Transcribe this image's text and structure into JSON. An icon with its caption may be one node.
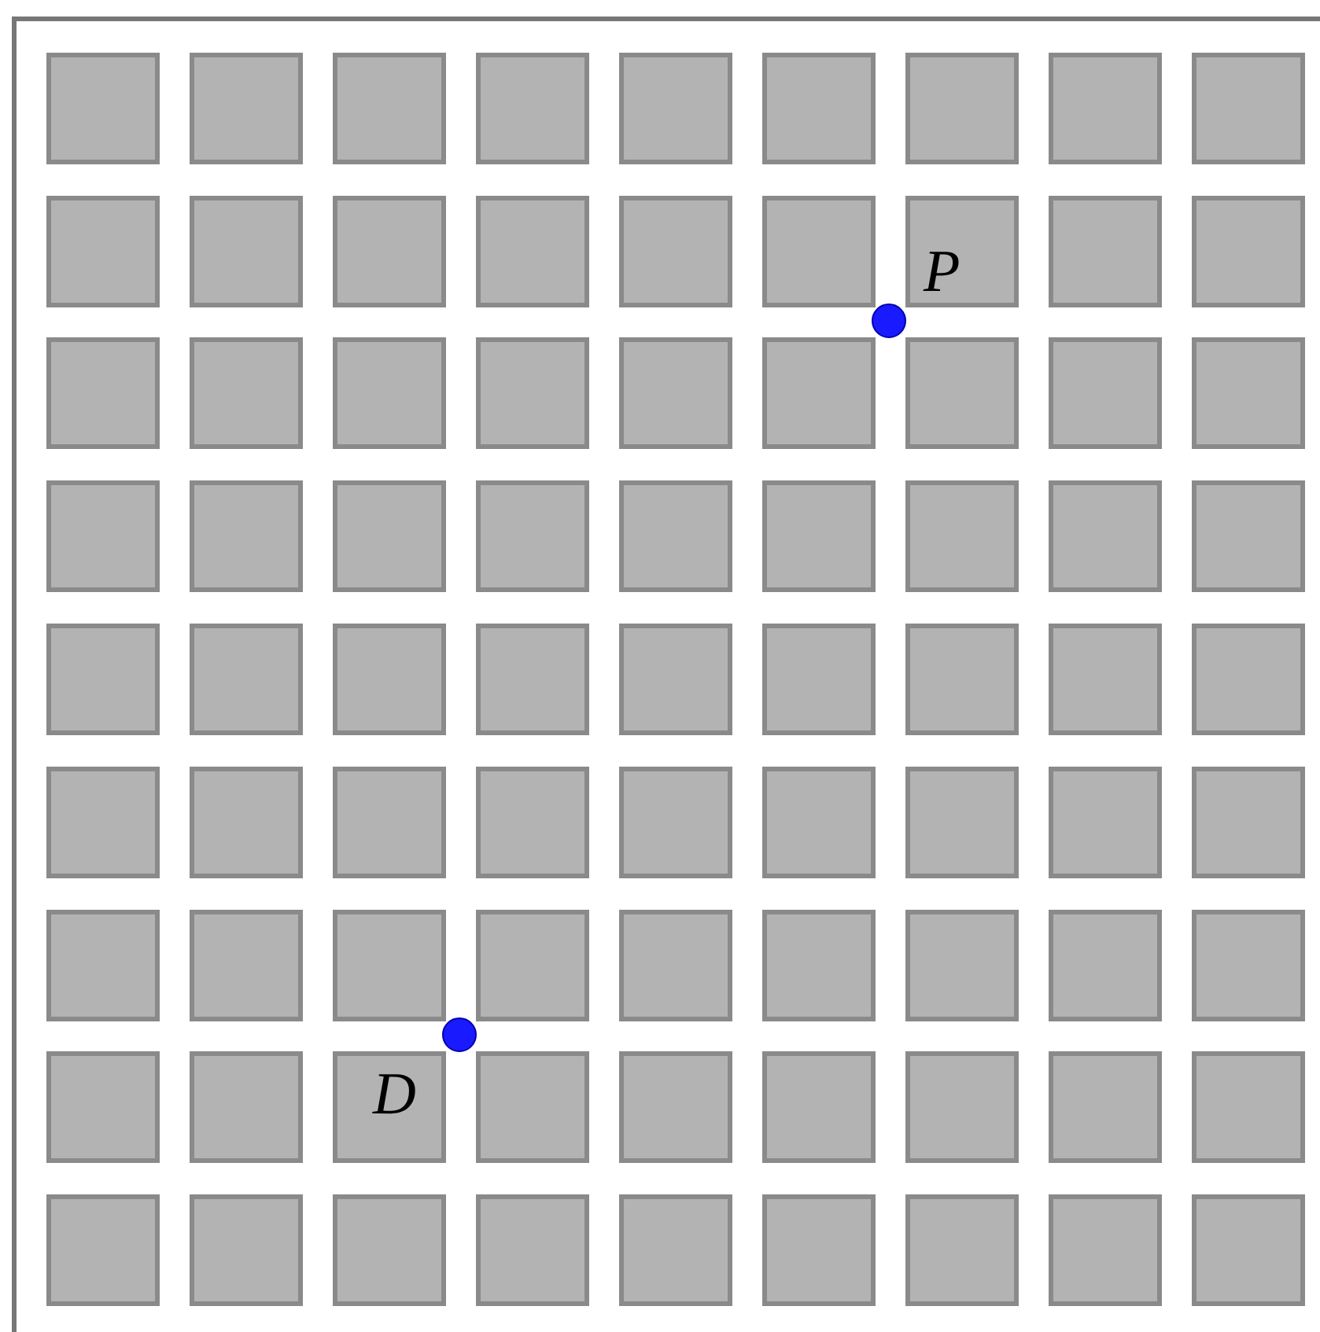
{
  "diagram": {
    "nodes": [
      {
        "text": [],
        "shape": "circle",
        "beside": [
          "P"
        ]
      },
      {
        "text": [],
        "shape": "circle",
        "beside": [
          "D"
        ]
      }
    ]
  }
}
